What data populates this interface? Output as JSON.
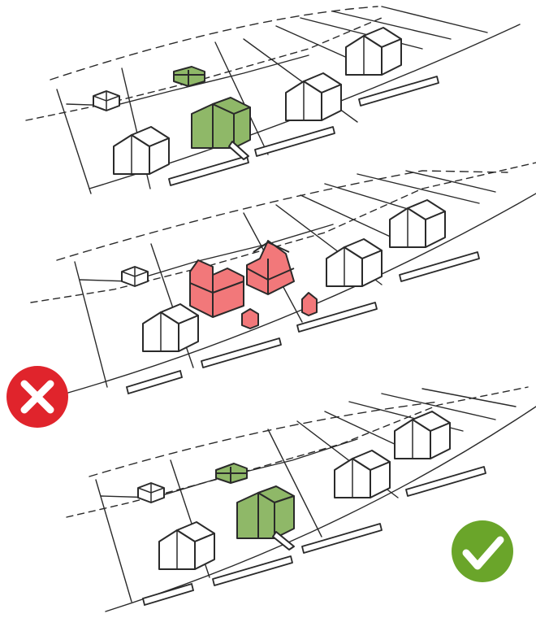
{
  "panels": [
    {
      "id": "existing",
      "verdict": "none",
      "building_color": "#8fb868"
    },
    {
      "id": "incorrect",
      "verdict": "incorrect",
      "building_color": "#f2787a"
    },
    {
      "id": "correct",
      "verdict": "correct",
      "building_color": "#8fb868"
    }
  ],
  "badges": {
    "incorrect": {
      "icon": "cross-icon",
      "color": "#e0242c"
    },
    "correct": {
      "icon": "check-icon",
      "color": "#6aa52a"
    }
  },
  "colors": {
    "stroke": "#2a2a2a",
    "house_fill": "#ffffff",
    "green_fill": "#8fb868",
    "red_fill": "#f2787a"
  }
}
